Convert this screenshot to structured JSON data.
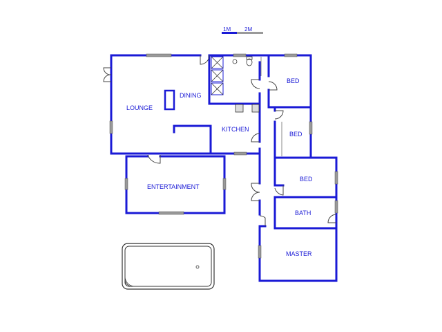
{
  "scale": {
    "label_1": "1M",
    "label_2": "2M"
  },
  "rooms": {
    "lounge": "LOUNGE",
    "dining": "DINING",
    "kitchen": "KITCHEN",
    "entertainment": "ENTERTAINMENT",
    "bed_1": "BED",
    "bed_2": "BED",
    "bed_3": "BED",
    "bath": "BATH",
    "master": "MASTER"
  }
}
